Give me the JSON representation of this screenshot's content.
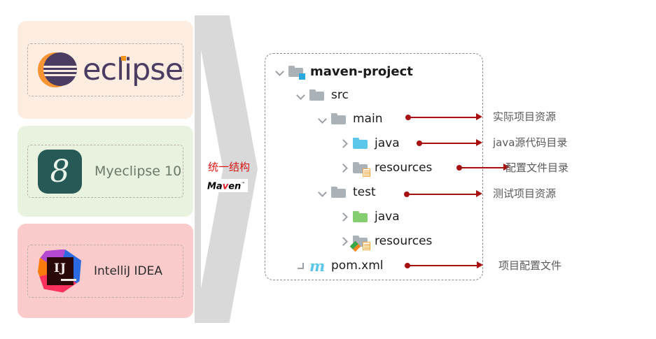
{
  "ide_cards": [
    {
      "name": "eclipse",
      "label": "",
      "logo_icon": "eclipse-logo-icon",
      "wordmark": "eclipse",
      "bg": "#fdece0"
    },
    {
      "name": "myeclipse",
      "label": "Myeclipse 10",
      "logo_icon": "myeclipse-logo-icon",
      "wordmark": "8",
      "bg": "#e8f2de"
    },
    {
      "name": "intellij-idea",
      "label": "IntelliJ IDEA",
      "logo_icon": "intellij-idea-logo-icon",
      "wordmark": "IJ",
      "bg": "#fbcbcb"
    }
  ],
  "chevron": {
    "label": "统一结构",
    "label_color": "#d81313",
    "maven_badge": {
      "prefix": "Ma",
      "accent": "v",
      "suffix": "en",
      "tm": "™",
      "accent_color": "#e01b24"
    },
    "fill": "#d9d9d9"
  },
  "tree": {
    "nodes": [
      {
        "label": "maven-project",
        "icon": "folder-gray-module-icon",
        "toggle": "chevron-down-icon",
        "depth": 0,
        "bold": true
      },
      {
        "label": "src",
        "icon": "folder-gray-icon",
        "toggle": "chevron-down-icon",
        "depth": 1,
        "bold": false
      },
      {
        "label": "main",
        "icon": "folder-gray-icon",
        "toggle": "chevron-down-icon",
        "depth": 2,
        "bold": false
      },
      {
        "label": "java",
        "icon": "folder-cyan-icon",
        "toggle": "chevron-right-icon",
        "depth": 3,
        "bold": false
      },
      {
        "label": "resources",
        "icon": "folder-gray-resource-icon",
        "toggle": "chevron-right-icon",
        "depth": 3,
        "bold": false
      },
      {
        "label": "test",
        "icon": "folder-gray-icon",
        "toggle": "chevron-down-icon",
        "depth": 2,
        "bold": false
      },
      {
        "label": "java",
        "icon": "folder-green-icon",
        "toggle": "chevron-right-icon",
        "depth": 3,
        "bold": false
      },
      {
        "label": "resources",
        "icon": "folder-gray-test-resource-icon",
        "toggle": "chevron-right-icon",
        "depth": 3,
        "bold": false
      },
      {
        "label": "pom.xml",
        "icon": "maven-file-icon",
        "toggle": "none",
        "depth": 1,
        "bold": false
      }
    ]
  },
  "annotations": [
    {
      "target": "main",
      "text": "实际项目资源"
    },
    {
      "target": "java-main",
      "text": "java源代码目录"
    },
    {
      "target": "resources-main",
      "text": "配置文件目录"
    },
    {
      "target": "test",
      "text": "测试项目资源"
    },
    {
      "target": "pom.xml",
      "text": "项目配置文件"
    }
  ],
  "colors": {
    "arrow": "#a81010",
    "label_text": "#5a5a5a",
    "folder_gray": "#aab1b7",
    "folder_cyan": "#5cc6ea",
    "folder_green": "#84ce70",
    "badge_blue": "#29a8e0",
    "badge_orange": "#f0a93b"
  }
}
